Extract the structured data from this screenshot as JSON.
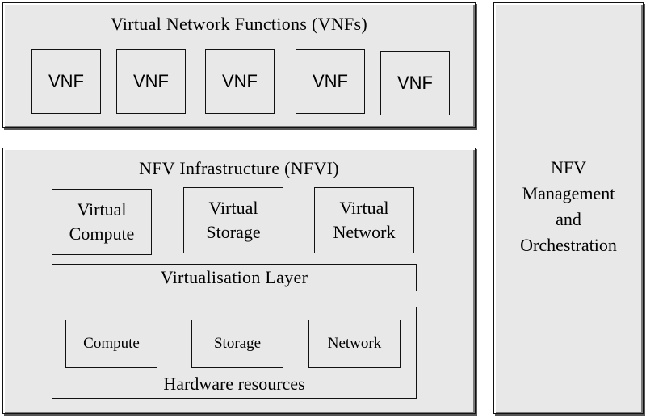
{
  "vnf_section": {
    "title": "Virtual Network Functions (VNFs)",
    "items": [
      "VNF",
      "VNF",
      "VNF",
      "VNF",
      "VNF"
    ]
  },
  "nfvi": {
    "title": "NFV Infrastructure (NFVI)",
    "virtual_resources": [
      {
        "line1": "Virtual",
        "line2": "Compute"
      },
      {
        "line1": "Virtual",
        "line2": "Storage"
      },
      {
        "line1": "Virtual",
        "line2": "Network"
      }
    ],
    "virtualisation_layer": "Virtualisation Layer",
    "hardware": {
      "items": [
        "Compute",
        "Storage",
        "Network"
      ],
      "label": "Hardware resources"
    }
  },
  "mano": {
    "lines": [
      "NFV",
      "Management",
      "and",
      "Orchestration"
    ]
  }
}
